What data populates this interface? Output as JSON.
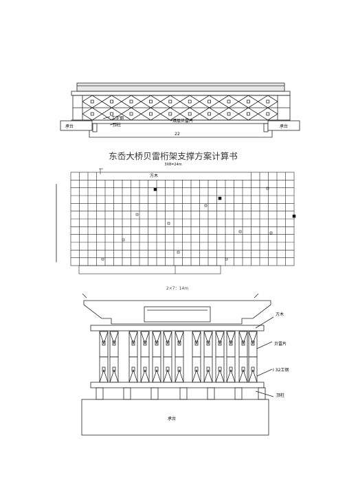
{
  "document": {
    "title": "东岙大桥贝雷桁架支撑方案计算书"
  },
  "figure1": {
    "label_i_beam": "工字钢",
    "label_pier_cap": "顶柱",
    "label_double_bailey": "双层贝雷片",
    "label_abutment_left": "承台",
    "label_abutment_right": "承台",
    "label_dim": "22"
  },
  "figure2": {
    "label_span": "3X8=24m",
    "label_timber": "方木"
  },
  "figure3": {
    "label_span": "2×7：14m",
    "label_timber": "方木",
    "label_bailey": "贝雷片",
    "label_ibeam": "I 32工钢",
    "label_column": "顶柱",
    "label_cap": "承台"
  }
}
